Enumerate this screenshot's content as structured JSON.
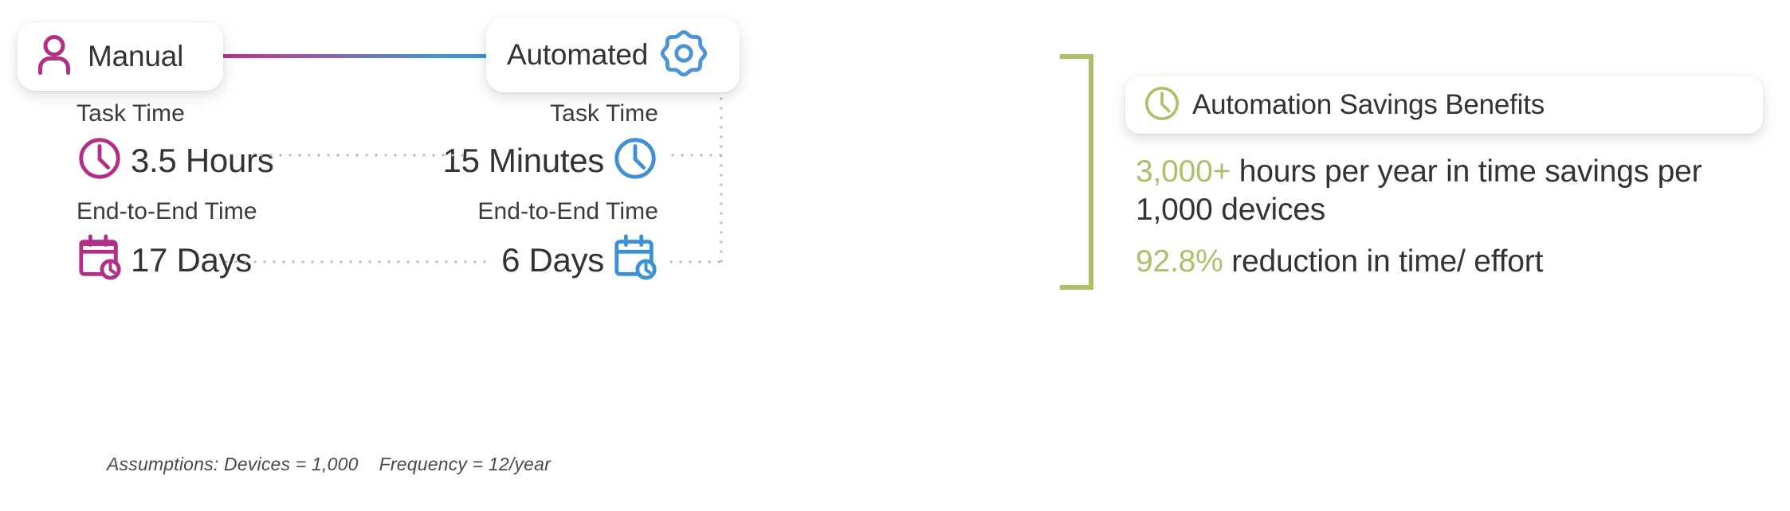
{
  "colors": {
    "manual": "#b32f86",
    "automated": "#3d90d4",
    "benefit_green": "#a9c268",
    "text_dark": "#333333",
    "dotted_gray": "#b8b8b8"
  },
  "columns": {
    "manual": {
      "label": "Manual",
      "icon": "person-icon",
      "metrics": [
        {
          "title": "Task Time",
          "value": "3.5 Hours",
          "icon": "clock-icon"
        },
        {
          "title": "End-to-End Time",
          "value": "17 Days",
          "icon": "calendar-clock-icon"
        }
      ]
    },
    "automated": {
      "label": "Automated",
      "icon": "gear-icon",
      "metrics": [
        {
          "title": "Task Time",
          "value": "15 Minutes",
          "icon": "clock-icon"
        },
        {
          "title": "End-to-End Time",
          "value": "6 Days",
          "icon": "calendar-clock-icon"
        }
      ]
    }
  },
  "benefits": {
    "title": "Automation Savings Benefits",
    "icon": "clock-icon",
    "items": [
      {
        "highlight": "3,000+",
        "rest": " hours per year in time savings per 1,000 devices"
      },
      {
        "highlight": "92.8%",
        "rest": " reduction in time/ effort"
      }
    ]
  },
  "footnote": {
    "assumptions_label": "Assumptions: Devices = 1,000",
    "frequency": "Frequency = 12/year"
  }
}
